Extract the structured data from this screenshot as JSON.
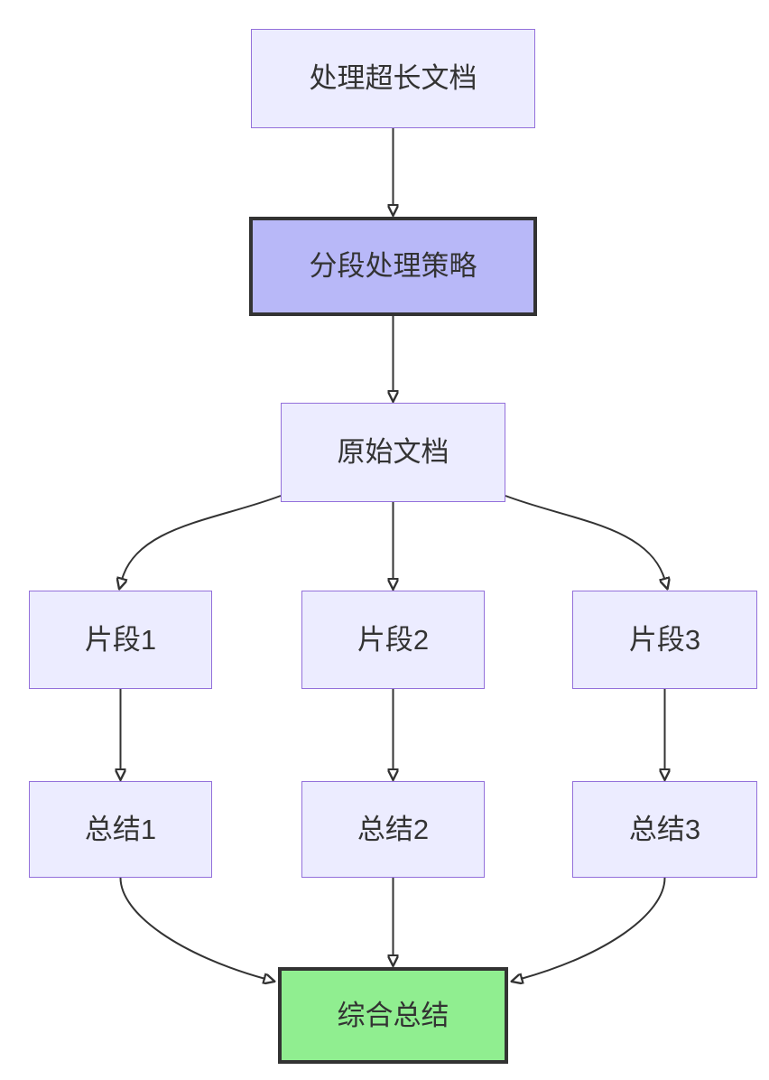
{
  "diagram": {
    "type": "flowchart",
    "direction": "top-down",
    "nodes": [
      {
        "label": "处理超长文档",
        "variant": "default"
      },
      {
        "label": "分段处理策略",
        "variant": "highlight-purple"
      },
      {
        "label": "原始文档",
        "variant": "default"
      },
      {
        "label": "片段1",
        "variant": "default"
      },
      {
        "label": "片段2",
        "variant": "default"
      },
      {
        "label": "片段3",
        "variant": "default"
      },
      {
        "label": "总结1",
        "variant": "default"
      },
      {
        "label": "总结2",
        "variant": "default"
      },
      {
        "label": "总结3",
        "variant": "default"
      },
      {
        "label": "综合总结",
        "variant": "highlight-green"
      }
    ],
    "edges": [
      {
        "from": "处理超长文档",
        "to": "分段处理策略"
      },
      {
        "from": "分段处理策略",
        "to": "原始文档"
      },
      {
        "from": "原始文档",
        "to": "片段1"
      },
      {
        "from": "原始文档",
        "to": "片段2"
      },
      {
        "from": "原始文档",
        "to": "片段3"
      },
      {
        "from": "片段1",
        "to": "总结1"
      },
      {
        "from": "片段2",
        "to": "总结2"
      },
      {
        "from": "片段3",
        "to": "总结3"
      },
      {
        "from": "总结1",
        "to": "综合总结"
      },
      {
        "from": "总结2",
        "to": "综合总结"
      },
      {
        "from": "总结3",
        "to": "综合总结"
      }
    ],
    "colors": {
      "background": "#FFFFFF",
      "node-fill": "#ECECFF",
      "node-border": "#9370DB",
      "highlight-purple-fill": "#B8B8F8",
      "highlight-green-fill": "#90EE90",
      "dark-border": "#333333",
      "edge": "#333333",
      "text": "#333333"
    }
  }
}
